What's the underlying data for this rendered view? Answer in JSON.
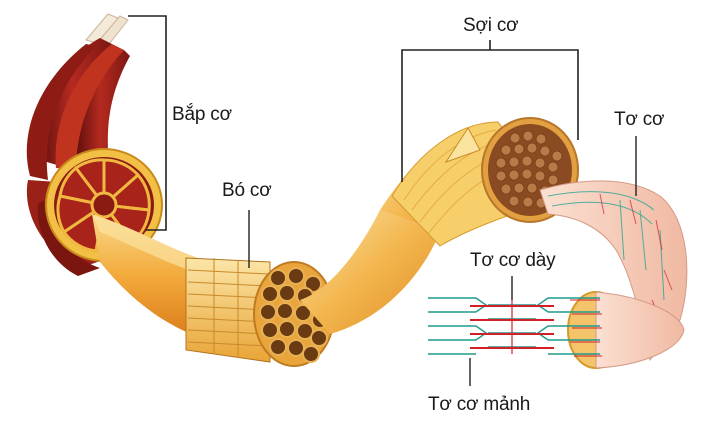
{
  "labels": {
    "bap_co": "Bắp cơ",
    "bo_co": "Bó cơ",
    "soi_co": "Sợi cơ",
    "to_co": "Tơ cơ",
    "to_co_day": "Tơ cơ dày",
    "to_co_manh": "Tơ cơ mảnh"
  },
  "colors": {
    "muscle_red": "#a8201c",
    "muscle_dark": "#6e1410",
    "tendon_white": "#f2e6d8",
    "bundle_orange": "#f2a833",
    "bundle_yellow": "#f7cf6a",
    "fascicle_brown": "#6a3a12",
    "fiber_pink": "#f6d2c2",
    "thick_filament": "#d2202a",
    "thin_filament": "#1f9a8c",
    "line": "#222222"
  }
}
